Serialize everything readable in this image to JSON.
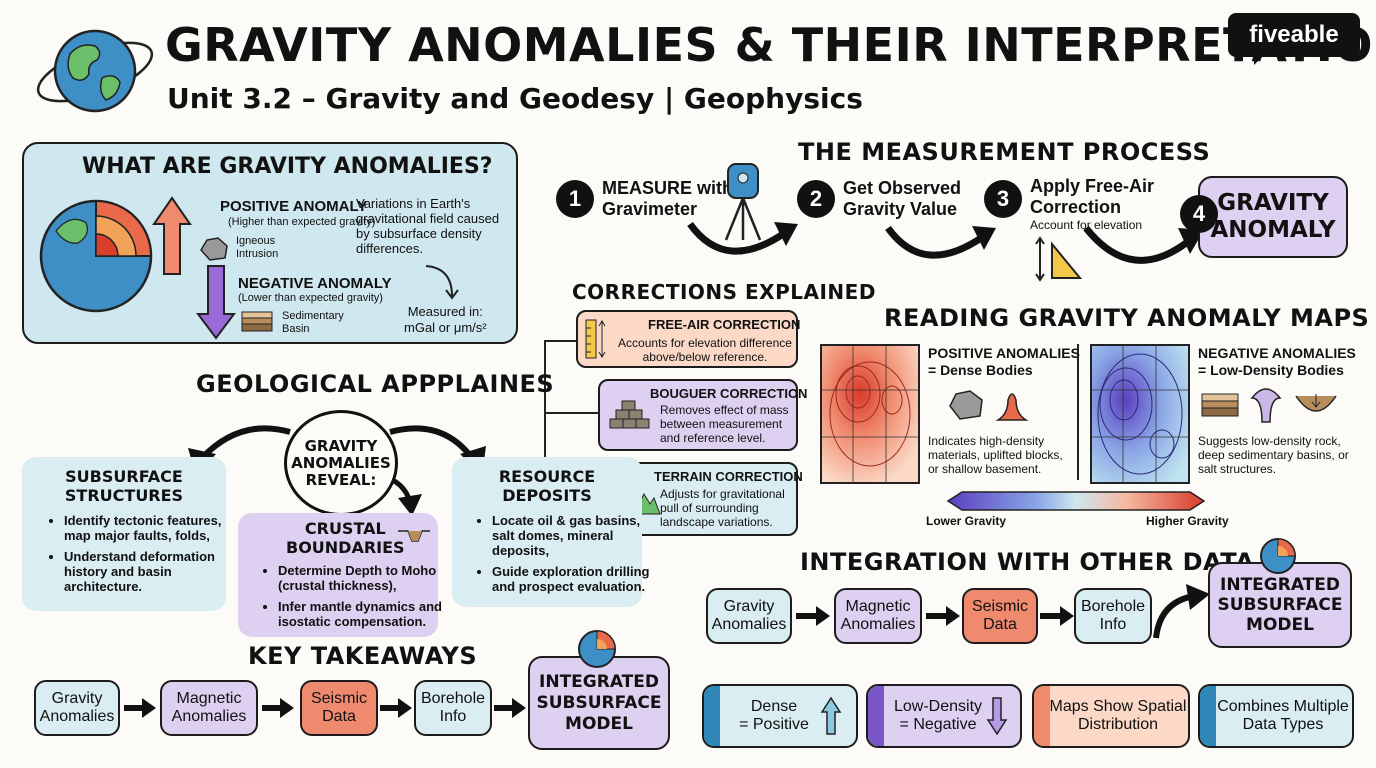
{
  "header": {
    "title": "GRAVITY ANOMALIES & THEIR INTERPRETATION",
    "subtitle": "Unit 3.2 – Gravity and Geodesy | Geophysics",
    "logo": "fiveable",
    "globe_icon": "earth-globe-icon"
  },
  "what": {
    "title": "WHAT ARE GRAVITY ANOMALIES?",
    "positive_title": "POSITIVE ANOMALY",
    "positive_sub": "(Higher than expected gravity)",
    "positive_item": "Igneous\nIntrusion",
    "negative_title": "NEGATIVE ANOMALY",
    "negative_sub": "(Lower than expected gravity)",
    "negative_item": "Sedimentary\nBasin",
    "description": "Variations in Earth's gravitational field caused by subsurface density differences.",
    "units": "Measured in:\nmGal or μm/s²"
  },
  "measurement": {
    "title": "THE MEASUREMENT PROCESS",
    "steps": [
      {
        "n": "1",
        "text": "MEASURE with\nGravimeter"
      },
      {
        "n": "2",
        "text": "Get Observed\nGravity Value"
      },
      {
        "n": "3",
        "text": "Apply Free-Air\nCorrection",
        "sub": "Account for elevation"
      },
      {
        "n": "4",
        "text": "GRAVITY\nANOMALY"
      }
    ]
  },
  "corrections": {
    "title": "CORRECTIONS EXPLAINED",
    "items": [
      {
        "title": "FREE-AIR CORRECTION",
        "text": "Accounts for elevation difference above/below reference."
      },
      {
        "title": "BOUGUER CORRECTION",
        "text": "Removes effect of mass between measurement and reference level."
      },
      {
        "title": "TERRAIN CORRECTION",
        "text": "Adjusts for gravitational pull of surrounding landscape variations."
      }
    ]
  },
  "maps": {
    "title": "READING GRAVITY ANOMALY MAPS",
    "pos_title": "POSITIVE ANOMALIES\n= Dense Bodies",
    "pos_text": "Indicates high-density materials, uplifted blocks, or shallow basement.",
    "neg_title": "NEGATIVE ANOMALIES\n= Low-Density Bodies",
    "neg_text": "Suggests low-density rock, deep sedimentary basins, or salt structures.",
    "low": "Lower Gravity",
    "high": "Higher Gravity"
  },
  "geo": {
    "title": "GEOLOGICAL APPPLAINES",
    "center": "GRAVITY\nANOMALIES\nREVEAL:",
    "subsurface": {
      "title": "SUBSURFACE\nSTRUCTURES",
      "items": [
        "Identify tectonic features, map major faults, folds,",
        "Understand deformation history and basin architecture."
      ]
    },
    "crustal": {
      "title": "CRUSTAL\nBOUNDARIES",
      "items": [
        "Determine Depth to Moho (crustal thickness),",
        "Infer mantle dynamics and isostatic compensation."
      ]
    },
    "resource": {
      "title": "RESOURCE\nDEPOSITS",
      "items": [
        "Locate oil & gas basins, salt domes, mineral deposits,",
        "Guide exploration drilling and prospect evaluation."
      ]
    }
  },
  "integration": {
    "title": "INTEGRATION WITH OTHER DATA",
    "items": [
      "Gravity\nAnomalies",
      "Magnetic\nAnomalies",
      "Seismic\nData",
      "Borehole\nInfo"
    ],
    "result": "INTEGRATED\nSUBSURFACE\nMODEL"
  },
  "takeaways": {
    "title": "KEY TAKEAWAYS",
    "items": [
      "Gravity\nAnomalies",
      "Magnetic\nAnomalies",
      "Seismic\nData",
      "Borehole\nInfo"
    ],
    "result": "INTEGRATED\nSUBSURFACE\nMODEL",
    "cards": [
      "Dense\n= Positive",
      "Low-Density\n= Negative",
      "Maps Show Spatial\nDistribution",
      "Combines Multiple\nData Types"
    ]
  },
  "colors": {
    "blue": "#cfe7ee",
    "purple": "#ddd0f1",
    "salmon": "#f08a6e",
    "peach": "#fbd9c6",
    "accent_blue": "#2f86b8",
    "accent_purple": "#7a55c8"
  }
}
